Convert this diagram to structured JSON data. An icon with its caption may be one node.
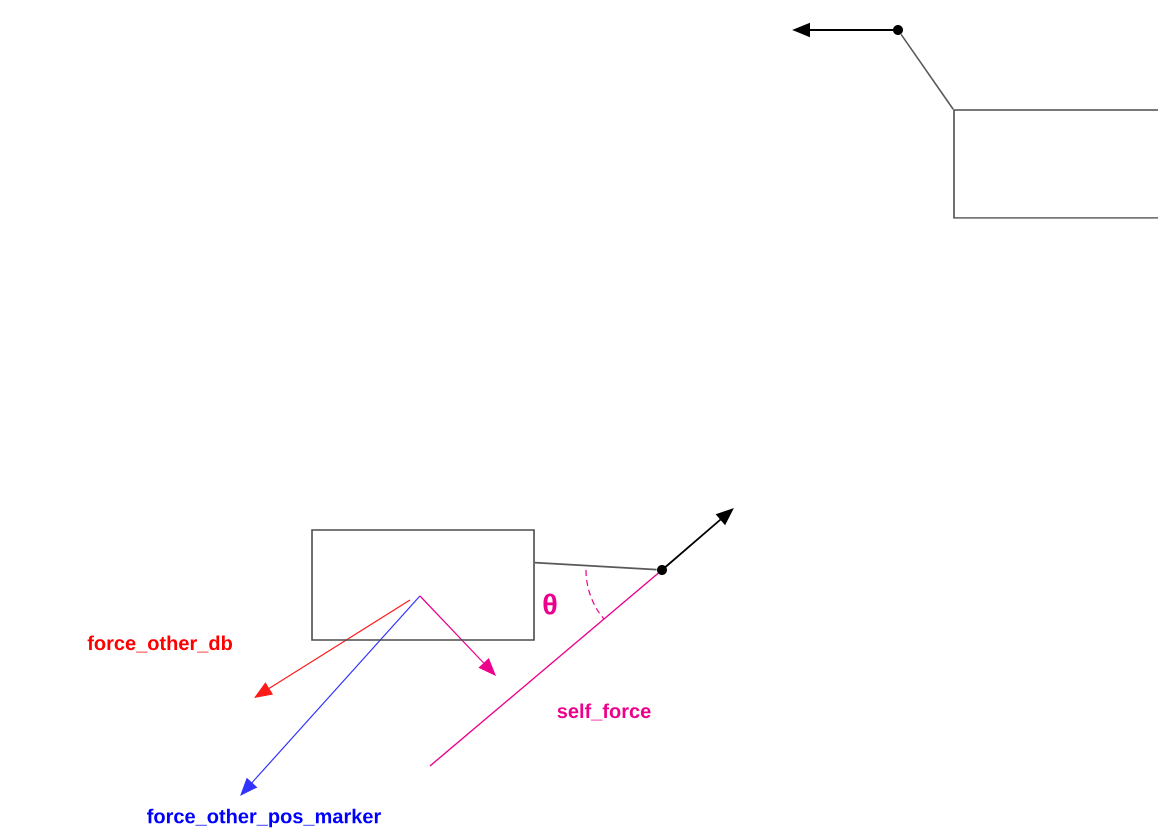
{
  "diagram": {
    "nodes": [
      {
        "text": [],
        "shape": "box"
      },
      {
        "text": [],
        "shape": "circle"
      },
      {
        "text": [],
        "shape": "box"
      },
      {
        "text": [],
        "shape": "circle"
      }
    ],
    "edges": [
      {
        "from": 0,
        "to": 1,
        "arrow": "none"
      },
      {
        "from": 2,
        "to": 3,
        "arrow": "none"
      }
    ],
    "labels": [
      "θ",
      "force_other_db",
      "self_force",
      "force_other_pos_marker"
    ]
  }
}
